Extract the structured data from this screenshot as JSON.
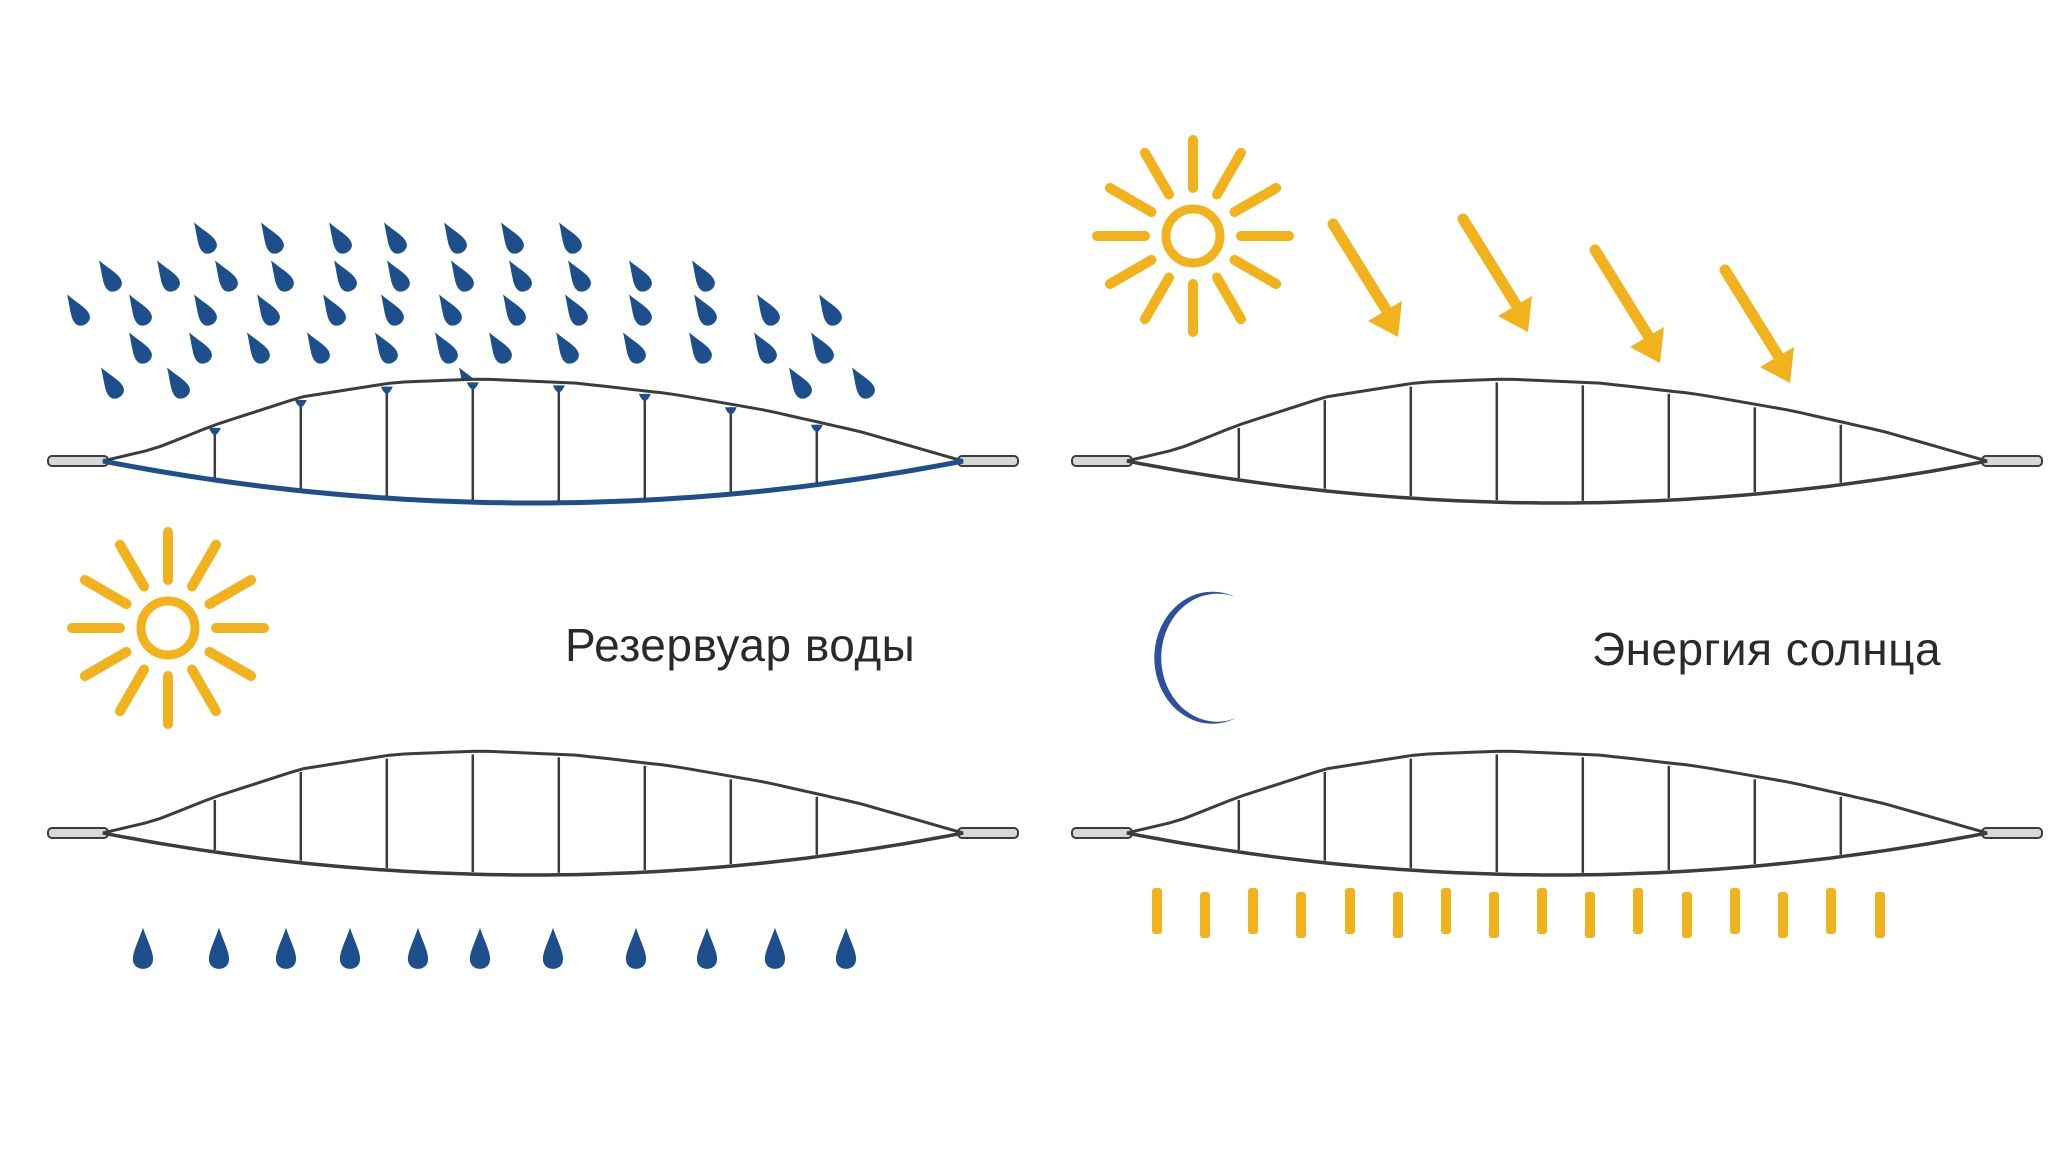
{
  "captions": {
    "water_reservoir": "Резервуар воды",
    "solar_energy": "Энергия солнца"
  },
  "colors": {
    "sun": "#F2B21B",
    "arrow": "#F2B21B",
    "water": "#1C4F8C",
    "moon": "#2C4FA0",
    "outline": "#3C3C3C",
    "heat": "#F2B21B"
  },
  "icons": [
    "sun-icon",
    "moon-icon",
    "rain-drop-icon",
    "arrow-icon",
    "heat-bar-icon"
  ],
  "panels": [
    {
      "id": "rain-collecting",
      "water_filled": true
    },
    {
      "id": "sun-heating",
      "water_filled": false
    },
    {
      "id": "water-release",
      "water_filled": false
    },
    {
      "id": "night-heat-release",
      "water_filled": false
    }
  ]
}
